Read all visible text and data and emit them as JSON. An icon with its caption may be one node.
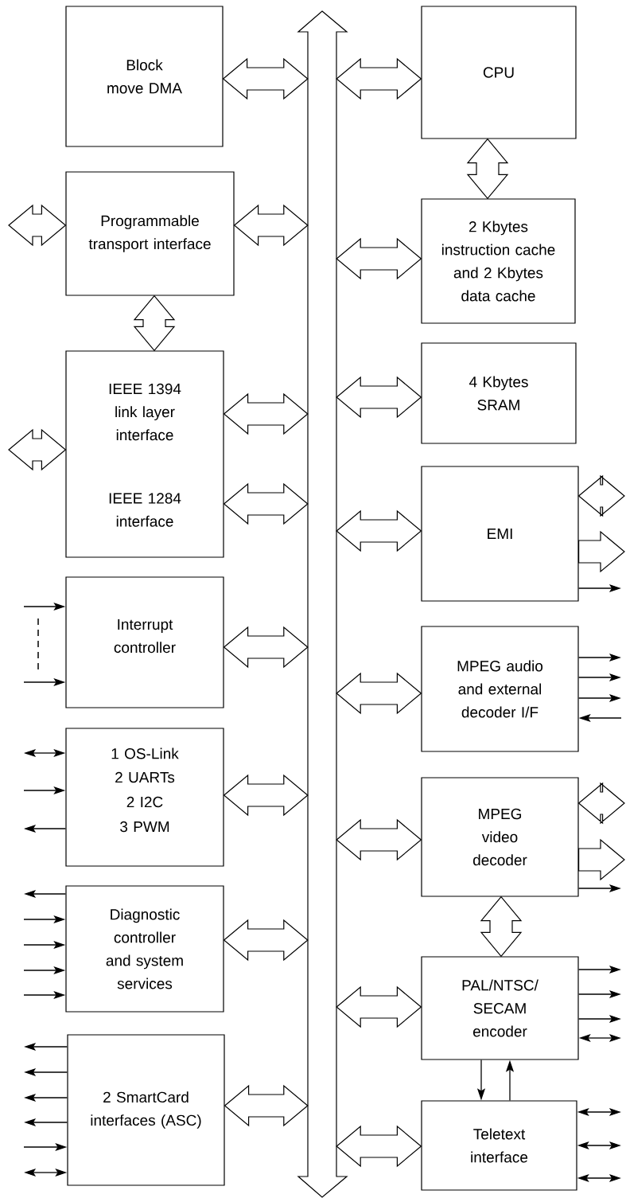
{
  "diagram": {
    "nodes": [
      {
        "text": [],
        "shape": "arrow"
      },
      {
        "text": [
          "Block move DMA"
        ]
      },
      {
        "text": [
          "Programmable transport interface"
        ]
      },
      {
        "text": [
          "IEEE 1394 link layer interface",
          "IEEE 1284 interface"
        ]
      },
      {
        "text": [
          "Interrupt controller"
        ]
      },
      {
        "text": [
          "1 OS-Link",
          "2 UARTs",
          "2 I2C",
          "3 PWM"
        ]
      },
      {
        "text": [
          "Diagnostic controller and system services"
        ]
      },
      {
        "text": [
          "2 SmartCard interfaces (ASC)"
        ]
      },
      {
        "text": [
          "CPU"
        ]
      },
      {
        "text": [
          "2 Kbytes instruction cache and 2 Kbytes data cache"
        ]
      },
      {
        "text": [
          "4 Kbytes SRAM"
        ]
      },
      {
        "text": [
          "EMI"
        ]
      },
      {
        "text": [
          "MPEG audio and external decoder I/F"
        ]
      },
      {
        "text": [
          "MPEG video decoder"
        ]
      },
      {
        "text": [
          "PAL/NTSC/ SECAM encoder"
        ]
      },
      {
        "text": [
          "Teletext interface"
        ]
      }
    ],
    "edges": [
      {
        "from": 1,
        "to": 0,
        "arrow": "both",
        "style": "thick"
      },
      {
        "from": 2,
        "to": 0,
        "arrow": "both",
        "style": "thick"
      },
      {
        "from": 3,
        "to": 0,
        "arrow": "both",
        "style": "thick"
      },
      {
        "from": 3,
        "to": 0,
        "arrow": "both",
        "style": "thick"
      },
      {
        "from": 4,
        "to": 0,
        "arrow": "both",
        "style": "thick"
      },
      {
        "from": 5,
        "to": 0,
        "arrow": "both",
        "style": "thick"
      },
      {
        "from": 6,
        "to": 0,
        "arrow": "both",
        "style": "thick"
      },
      {
        "from": 7,
        "to": 0,
        "arrow": "both",
        "style": "thick"
      },
      {
        "from": 8,
        "to": 0,
        "arrow": "both",
        "style": "thick"
      },
      {
        "from": 9,
        "to": 0,
        "arrow": "both",
        "style": "thick"
      },
      {
        "from": 10,
        "to": 0,
        "arrow": "both",
        "style": "thick"
      },
      {
        "from": 11,
        "to": 0,
        "arrow": "both",
        "style": "thick"
      },
      {
        "from": 12,
        "to": 0,
        "arrow": "both",
        "style": "thick"
      },
      {
        "from": 13,
        "to": 0,
        "arrow": "both",
        "style": "thick"
      },
      {
        "from": 14,
        "to": 0,
        "arrow": "both",
        "style": "thick"
      },
      {
        "from": 15,
        "to": 0,
        "arrow": "both",
        "style": "thick"
      },
      {
        "from": 2,
        "to": 3,
        "arrow": "both",
        "style": "thick"
      },
      {
        "from": 8,
        "to": 9,
        "arrow": "both",
        "style": "thick"
      },
      {
        "from": 13,
        "to": 14,
        "arrow": "both",
        "style": "thick"
      },
      {
        "from": null,
        "to": 2,
        "arrow": "both",
        "style": "thick"
      },
      {
        "from": null,
        "to": 3,
        "arrow": "both",
        "style": "thick"
      },
      {
        "from": 11,
        "to": null,
        "arrow": "both",
        "style": "thick"
      },
      {
        "from": 11,
        "to": null,
        "arrow": "to",
        "style": "thick"
      },
      {
        "from": 13,
        "to": null,
        "arrow": "both",
        "style": "thick"
      },
      {
        "from": 13,
        "to": null,
        "arrow": "to",
        "style": "thick"
      },
      {
        "from": null,
        "to": 4,
        "arrow": "to"
      },
      {
        "from": null,
        "to": 4,
        "arrow": "to"
      },
      {
        "from": null,
        "to": 5,
        "arrow": "both"
      },
      {
        "from": null,
        "to": 5,
        "arrow": "to"
      },
      {
        "from": 5,
        "to": null,
        "arrow": "to"
      },
      {
        "from": 6,
        "to": null,
        "arrow": "to"
      },
      {
        "from": null,
        "to": 6,
        "arrow": "to"
      },
      {
        "from": null,
        "to": 6,
        "arrow": "to"
      },
      {
        "from": null,
        "to": 6,
        "arrow": "to"
      },
      {
        "from": null,
        "to": 6,
        "arrow": "to"
      },
      {
        "from": 7,
        "to": null,
        "arrow": "to"
      },
      {
        "from": 7,
        "to": null,
        "arrow": "to"
      },
      {
        "from": 7,
        "to": null,
        "arrow": "to"
      },
      {
        "from": 7,
        "to": null,
        "arrow": "to"
      },
      {
        "from": null,
        "to": 7,
        "arrow": "to"
      },
      {
        "from": null,
        "to": 7,
        "arrow": "both"
      },
      {
        "from": 11,
        "to": null,
        "arrow": "to"
      },
      {
        "from": 12,
        "to": null,
        "arrow": "to"
      },
      {
        "from": 12,
        "to": null,
        "arrow": "to"
      },
      {
        "from": 12,
        "to": null,
        "arrow": "to"
      },
      {
        "from": null,
        "to": 12,
        "arrow": "to"
      },
      {
        "from": 13,
        "to": null,
        "arrow": "to"
      },
      {
        "from": 14,
        "to": null,
        "arrow": "to"
      },
      {
        "from": 14,
        "to": null,
        "arrow": "to"
      },
      {
        "from": 14,
        "to": null,
        "arrow": "to"
      },
      {
        "from": null,
        "to": 14,
        "arrow": "both"
      },
      {
        "from": null,
        "to": 15,
        "arrow": "both"
      },
      {
        "from": null,
        "to": 15,
        "arrow": "both"
      },
      {
        "from": null,
        "to": 15,
        "arrow": "both"
      },
      {
        "from": 14,
        "to": 15,
        "arrow": "to"
      },
      {
        "from": 15,
        "to": 14,
        "arrow": "to"
      }
    ]
  }
}
